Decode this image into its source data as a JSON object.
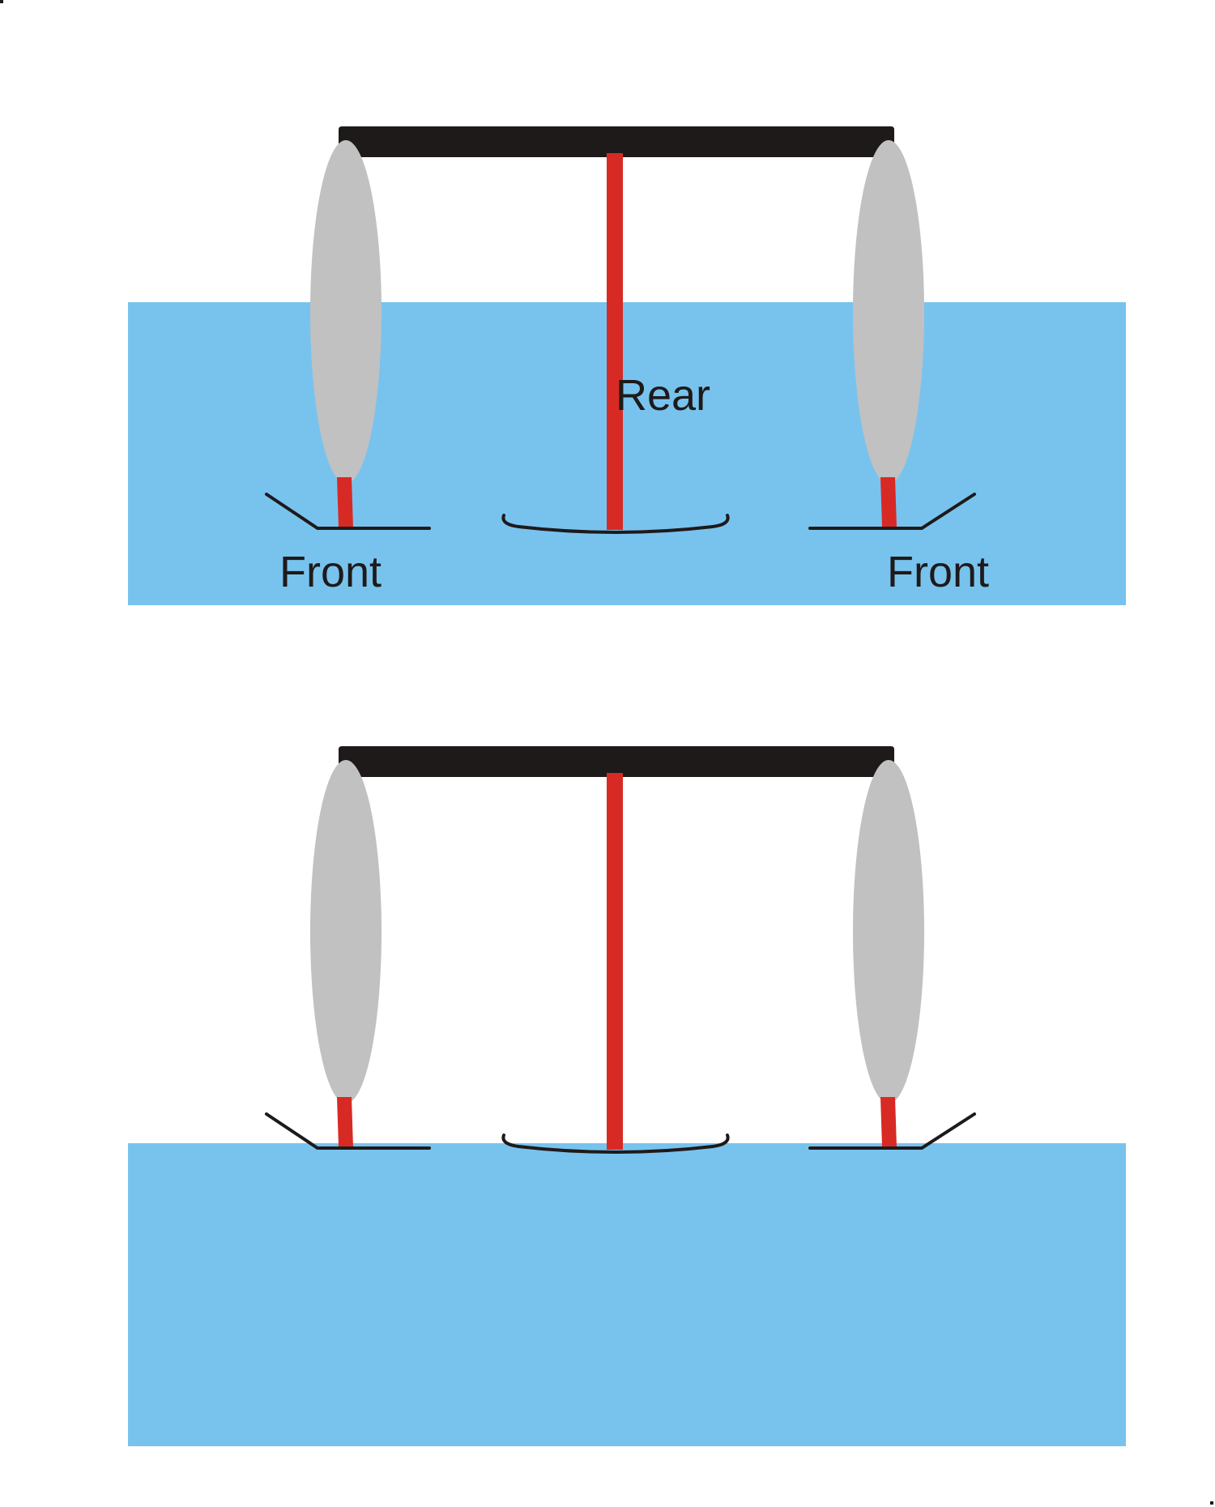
{
  "colors": {
    "water": "#78c3ee",
    "float": "#c1c1c1",
    "strut": "#d82a24",
    "beam": "#1e1a1a",
    "foil": "#1e1a1a",
    "background": "#ffffff"
  },
  "top_panel": {
    "rear_label": "Rear",
    "front_left_label": "Front",
    "front_right_label": "Front"
  }
}
